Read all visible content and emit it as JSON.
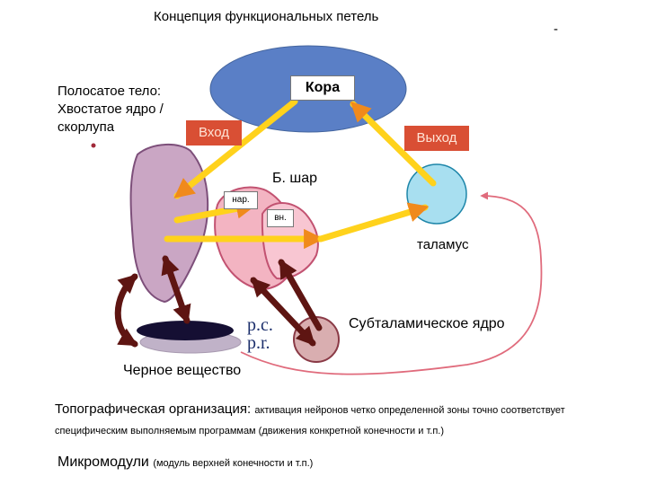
{
  "title": "Концепция функциональных петель",
  "corner_mark": "-",
  "labels": {
    "striatum": "Полосатое тело: Хвостатое ядро / скорлупа",
    "cortex": "Кора",
    "input": "Вход",
    "output": "Выход",
    "globus_pallidus": "Б. шар",
    "external": "нар.",
    "internal": "вн.",
    "thalamus": "таламус",
    "pars_compacta": "p.c.",
    "pars_reticulata": "p.r.",
    "subthalamic": "Субталамическое ядро",
    "substantia_nigra": "Черное вещество"
  },
  "notes": {
    "topo_heading": "Топографическая организация:",
    "topo_text": "активация нейронов четко определенной зоны точно соответствует",
    "topo_text2": "специфическим выполняемым программам (движения конкретной конечности и т.п.)",
    "micro_heading": "Микромодули",
    "micro_text": "(модуль верхней конечности и т.п.)"
  },
  "colors": {
    "cortex": "#5a7fc6",
    "striatum": "#caa6c4",
    "pallidus_ext": "#f3b4c2",
    "pallidus_int": "#f8c6d2",
    "thalamus": "#a8dff0",
    "subthalamic": "#d9aeb0",
    "nigra_dark": "#150f33",
    "nigra_light": "#c0b2c8",
    "arrow_yellow": "#ffd21c",
    "arrowhead_orange": "#f08a1c",
    "arrow_dark": "#5e1512",
    "arrow_pink": "#e06b7c",
    "label_red": "#d94f34"
  }
}
